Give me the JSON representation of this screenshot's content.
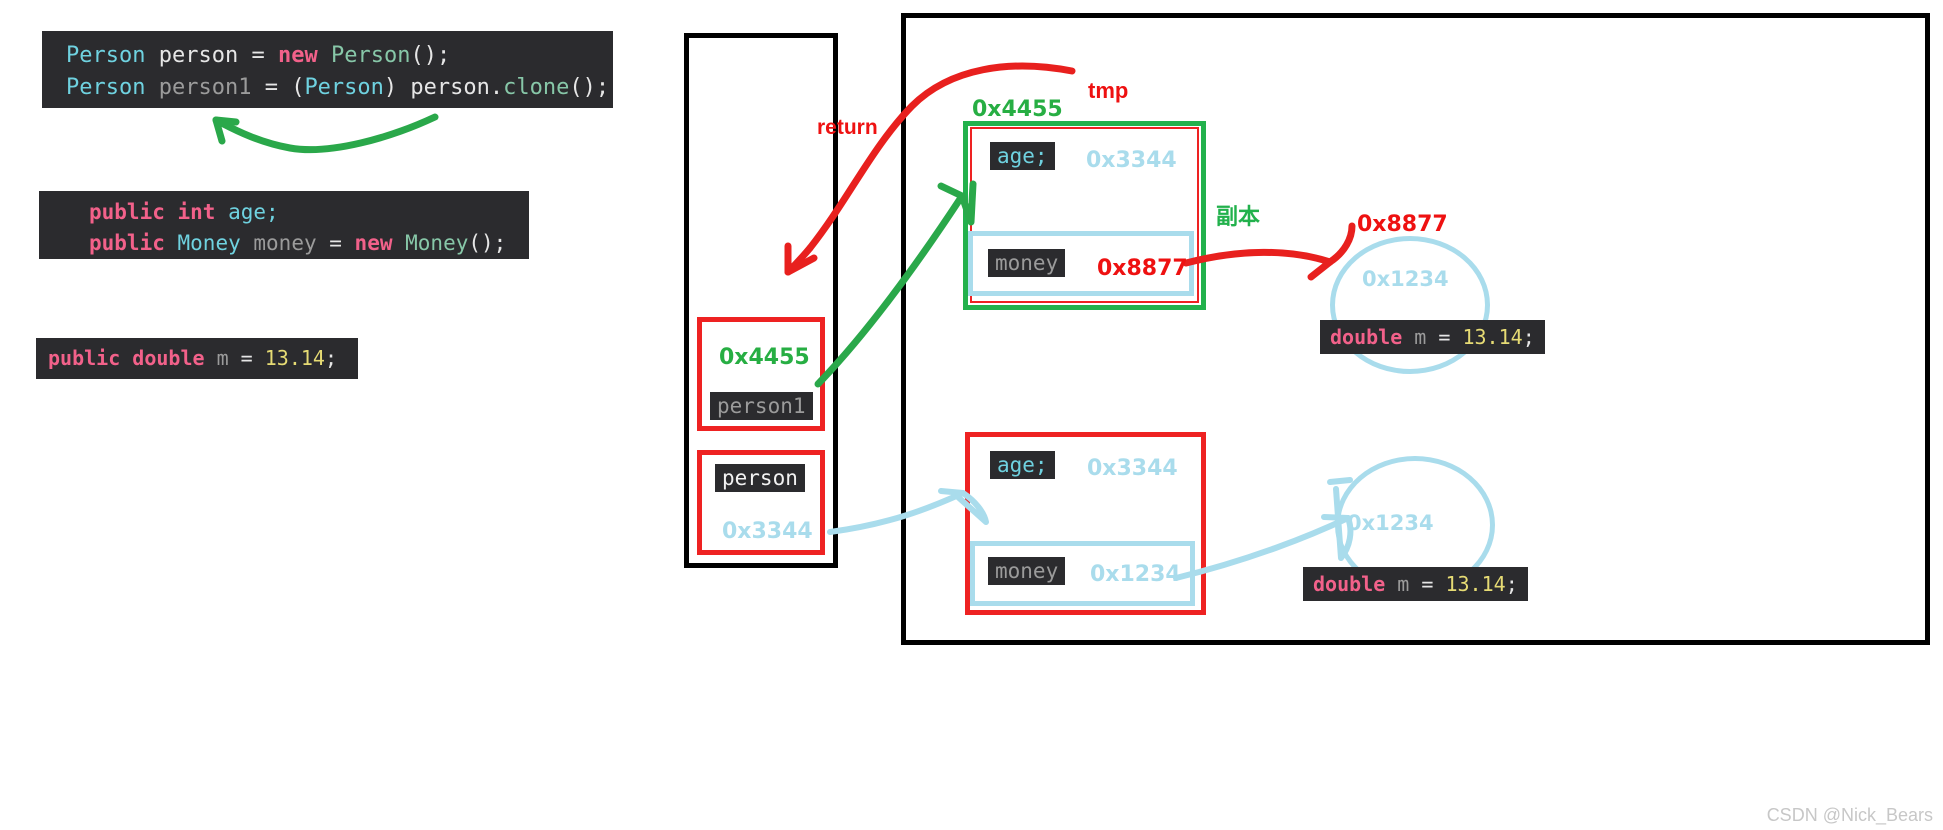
{
  "code_blocks": {
    "main": {
      "lines": [
        [
          {
            "t": "Person",
            "c": "type"
          },
          {
            "t": " ",
            "c": "plain"
          },
          {
            "t": "person",
            "c": "plain"
          },
          {
            "t": " = ",
            "c": "plain"
          },
          {
            "t": "new",
            "c": "kw"
          },
          {
            "t": " ",
            "c": "plain"
          },
          {
            "t": "Person",
            "c": "typeg"
          },
          {
            "t": "();",
            "c": "plain"
          }
        ],
        [
          {
            "t": "Person",
            "c": "type"
          },
          {
            "t": " ",
            "c": "plain"
          },
          {
            "t": "person1",
            "c": "var"
          },
          {
            "t": " = (",
            "c": "plain"
          },
          {
            "t": "Person",
            "c": "type"
          },
          {
            "t": ") ",
            "c": "plain"
          },
          {
            "t": "person",
            "c": "plain"
          },
          {
            "t": ".",
            "c": "plain"
          },
          {
            "t": "clone",
            "c": "typeg"
          },
          {
            "t": "();",
            "c": "plain"
          }
        ]
      ]
    },
    "fields": {
      "lines": [
        [
          {
            "t": "public",
            "c": "kw"
          },
          {
            "t": " ",
            "c": "plain"
          },
          {
            "t": "int",
            "c": "kw"
          },
          {
            "t": " ",
            "c": "plain"
          },
          {
            "t": "age",
            "c": "type"
          },
          {
            "t": ";",
            "c": "type"
          }
        ],
        [
          {
            "t": "public",
            "c": "kw"
          },
          {
            "t": " ",
            "c": "plain"
          },
          {
            "t": "Money",
            "c": "type"
          },
          {
            "t": " ",
            "c": "plain"
          },
          {
            "t": "money",
            "c": "var"
          },
          {
            "t": " = ",
            "c": "plain"
          },
          {
            "t": "new",
            "c": "kw"
          },
          {
            "t": " ",
            "c": "plain"
          },
          {
            "t": "Money",
            "c": "typeg"
          },
          {
            "t": "();",
            "c": "plain"
          }
        ]
      ]
    },
    "money": {
      "lines": [
        [
          {
            "t": "public",
            "c": "kw"
          },
          {
            "t": " ",
            "c": "plain"
          },
          {
            "t": "double",
            "c": "kw"
          },
          {
            "t": " ",
            "c": "plain"
          },
          {
            "t": "m",
            "c": "var"
          },
          {
            "t": " = ",
            "c": "plain"
          },
          {
            "t": "13.14",
            "c": "num"
          },
          {
            "t": ";",
            "c": "plain"
          }
        ]
      ]
    }
  },
  "stack": {
    "person1_cell": {
      "address_label": "0x4455",
      "variable_name": "person1"
    },
    "person_cell": {
      "variable_name": "person",
      "address_label": "0x3344"
    }
  },
  "heap": {
    "tmp_object": {
      "title_label": "tmp",
      "address_label": "0x4455",
      "copy_label": "副本",
      "age_field": "age;",
      "age_value": "0x3344",
      "money_field": "money",
      "money_value": "0x8877"
    },
    "person_object": {
      "age_field": "age;",
      "age_value": "0x3344",
      "money_field": "money",
      "money_value": "0x1234"
    },
    "money_top": {
      "address_label": "0x8877",
      "inner_address": "0x1234",
      "code": [
        {
          "t": "double",
          "c": "kw"
        },
        {
          "t": " ",
          "c": "plain"
        },
        {
          "t": "m",
          "c": "var"
        },
        {
          "t": " = ",
          "c": "plain"
        },
        {
          "t": "13.14",
          "c": "num"
        },
        {
          "t": ";",
          "c": "plain"
        }
      ]
    },
    "money_bottom": {
      "inner_address": "0x1234",
      "code": [
        {
          "t": "double",
          "c": "kw"
        },
        {
          "t": " ",
          "c": "plain"
        },
        {
          "t": "m",
          "c": "var"
        },
        {
          "t": " = ",
          "c": "plain"
        },
        {
          "t": "13.14",
          "c": "num"
        },
        {
          "t": ";",
          "c": "plain"
        }
      ]
    }
  },
  "annotations": {
    "return_label": "return"
  },
  "watermark": "CSDN @Nick_Bears",
  "colors": {
    "red": "#ee2222",
    "green": "#22b14c",
    "light_blue": "#a9dcec",
    "black": "#000000",
    "code_bg": "#2b2b2e"
  }
}
